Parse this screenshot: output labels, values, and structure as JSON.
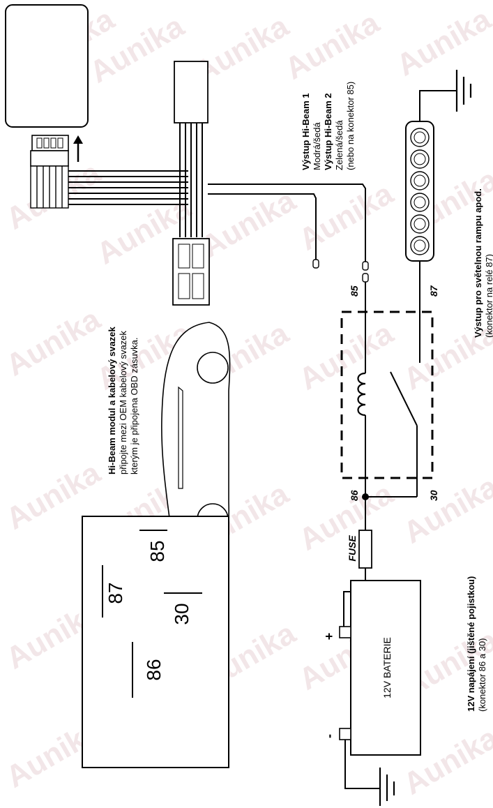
{
  "watermark": "Aunika",
  "module": {
    "title": "Hi-Beam modul a kabelový svazek",
    "desc_line1": "připojte mezi OEM kabelový svazek",
    "desc_line2": "kterým je připojena OBD zásuvka."
  },
  "outputs": {
    "hb1_title": "Výstup Hi-Beam 1",
    "hb1_color": "Modrá/šedá",
    "hb2_title": "Výstup Hi-Beam 2",
    "hb2_color": "Zelená/šedá",
    "hb2_note": "(nebo na konektor 85)"
  },
  "light_output": {
    "title": "Výstup pro světelnou rampu apod.",
    "note": "(konektor na relé 87)"
  },
  "power": {
    "title": "12V napájení (jištěné pojistkou)",
    "note": "(konektor 86 a 30)"
  },
  "relay_pins": {
    "p85": "85",
    "p86": "86",
    "p87": "87",
    "p30": "30"
  },
  "fuse_label": "FUSE",
  "battery": {
    "label": "12V BATERIE",
    "plus": "+",
    "minus": "-"
  },
  "relay_pinout": {
    "p87": "87",
    "p85": "85",
    "p86": "86",
    "p30": "30"
  }
}
